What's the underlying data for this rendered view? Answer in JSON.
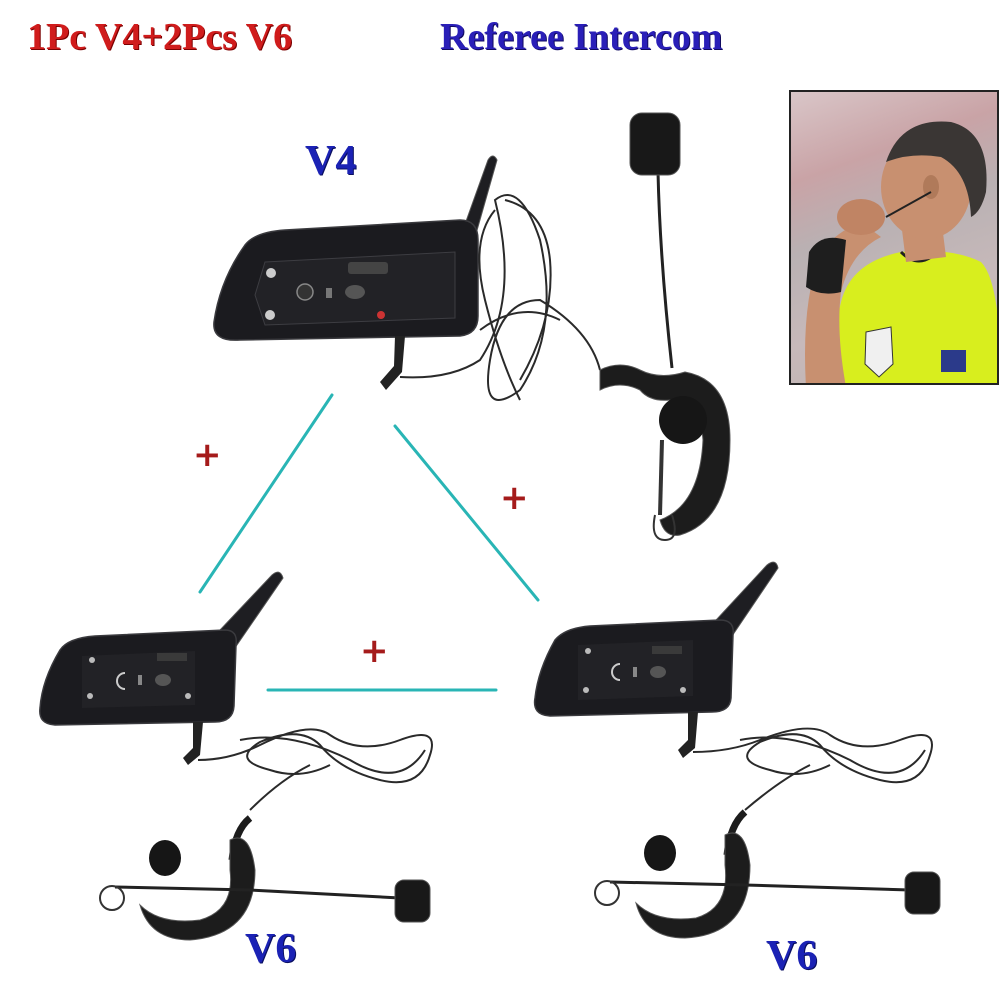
{
  "header": {
    "title_left": "1Pc V4+2Pcs V6",
    "title_right": "Referee Intercom",
    "title_left_color": "#d01c1c",
    "title_right_color": "#2a1fb8"
  },
  "products": [
    {
      "id": "top",
      "label": "V4",
      "type": "bluetooth-intercom-unit-with-earhook-mic"
    },
    {
      "id": "bottom-left",
      "label": "V6",
      "type": "bluetooth-intercom-unit-with-earhook-mic"
    },
    {
      "id": "bottom-right",
      "label": "V6",
      "type": "bluetooth-intercom-unit-with-earhook-mic"
    }
  ],
  "connectors": {
    "plus_symbol": "+",
    "line_color": "#29b5b5",
    "plus_color": "#a51b1b"
  },
  "photo": {
    "subject": "referee-wearing-headset-blowing-whistle",
    "shirt_color": "#d8ee1e"
  }
}
